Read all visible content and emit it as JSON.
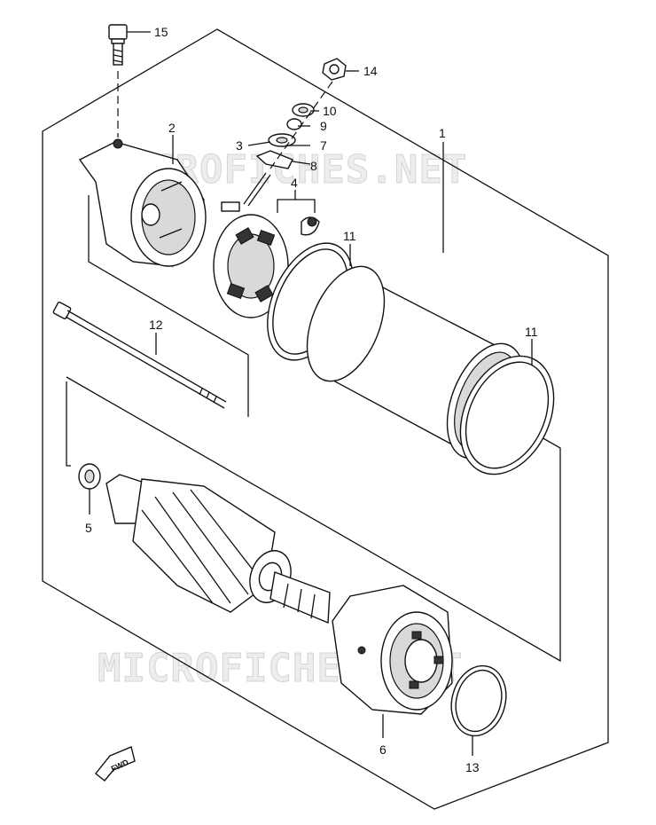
{
  "callouts": {
    "c1": "1",
    "c2": "2",
    "c3": "3",
    "c4": "4",
    "c5": "5",
    "c6": "6",
    "c7": "7",
    "c8": "8",
    "c9": "9",
    "c10": "10",
    "c11a": "11",
    "c11b": "11",
    "c12": "12",
    "c13": "13",
    "c14": "14",
    "c15": "15"
  },
  "watermarks": {
    "top": "MICROFICHES.NET",
    "bottom": "MICROFICHES.NET"
  },
  "direction_marker": {
    "label": "FWD",
    "icon": "arrow-left-down-icon"
  }
}
